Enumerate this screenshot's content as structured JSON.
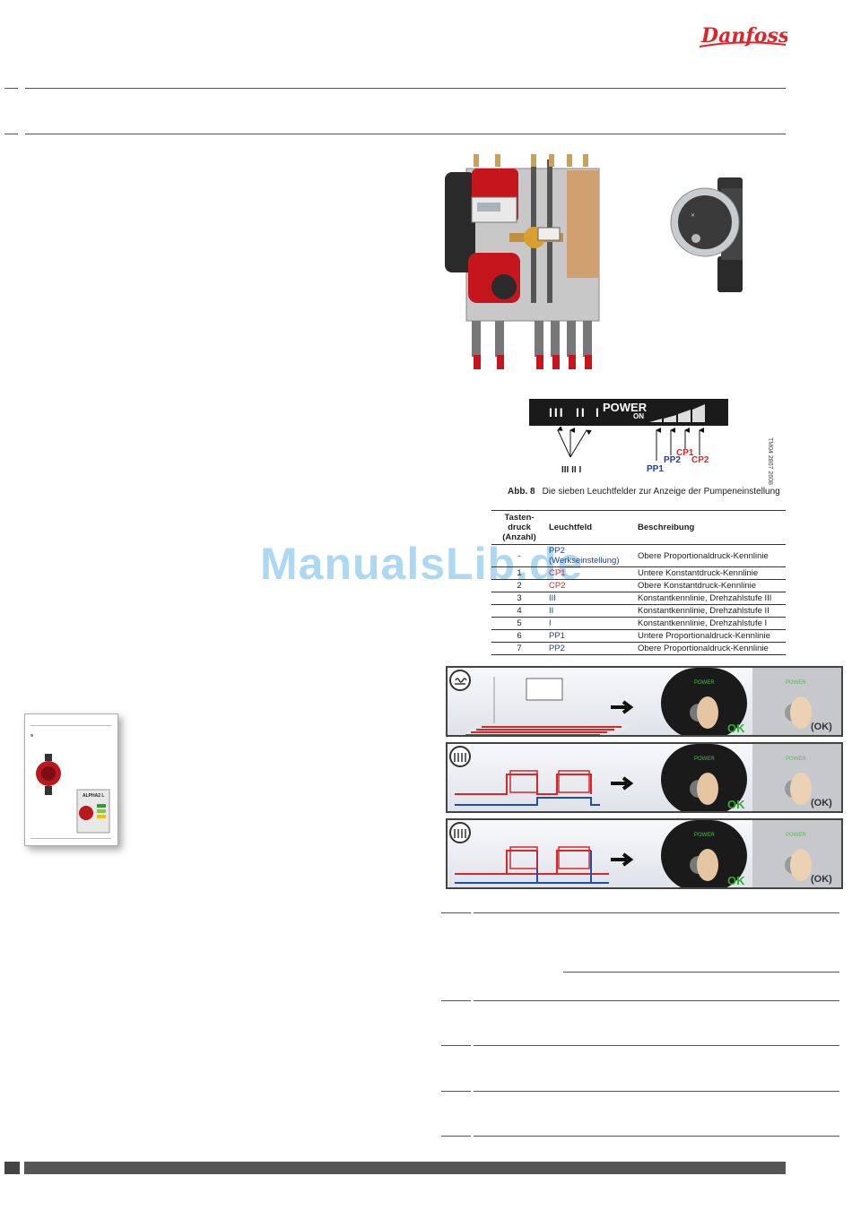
{
  "header": {
    "brand": "Danfoss"
  },
  "watermark": "ManualsLib.de",
  "display": {
    "power": "POWER",
    "on": "ON",
    "bars": [
      "III",
      "II",
      "I"
    ]
  },
  "callouts": {
    "speed_labels": "III II I",
    "pp1": "PP1",
    "pp2": "PP2",
    "cp1": "CP1",
    "cp2": "CP2"
  },
  "figure": {
    "number": "Abb. 8",
    "caption": "Die sieben Leuchtfelder zur Anzeige der Pumpeneinstellung",
    "code": "TM04 2807 2608"
  },
  "table": {
    "headers": [
      "Tasten-druck (Anzahl)",
      "Leuchtfeld",
      "Beschreibung"
    ],
    "rows": [
      {
        "count": "-",
        "field": "PP2 (Werkseinstellung)",
        "desc": "Obere Proportionaldruck-Kennlinie",
        "color": "blue"
      },
      {
        "count": "1",
        "field": "CP1",
        "desc": "Untere Konstantdruck-Kennlinie",
        "color": "red"
      },
      {
        "count": "2",
        "field": "CP2",
        "desc": "Obere Konstantdruck-Kennlinie",
        "color": "red"
      },
      {
        "count": "3",
        "field": "III",
        "desc": "Konstantkennlinie, Drehzahlstufe III",
        "color": "blue"
      },
      {
        "count": "4",
        "field": "II",
        "desc": "Konstantkennlinie, Drehzahlstufe II",
        "color": "blue"
      },
      {
        "count": "5",
        "field": "I",
        "desc": "Konstantkennlinie, Drehzahlstufe I",
        "color": "blue"
      },
      {
        "count": "6",
        "field": "PP1",
        "desc": "Untere Proportionaldruck-Kennlinie",
        "color": "blue"
      },
      {
        "count": "7",
        "field": "PP2",
        "desc": "Obere Proportionaldruck-Kennlinie",
        "color": "blue"
      }
    ]
  },
  "scenes": {
    "ok": "OK",
    "ok_paren": "(OK)",
    "power": "POWER"
  },
  "thumbnail": {
    "product": "ALPHA2 L"
  }
}
